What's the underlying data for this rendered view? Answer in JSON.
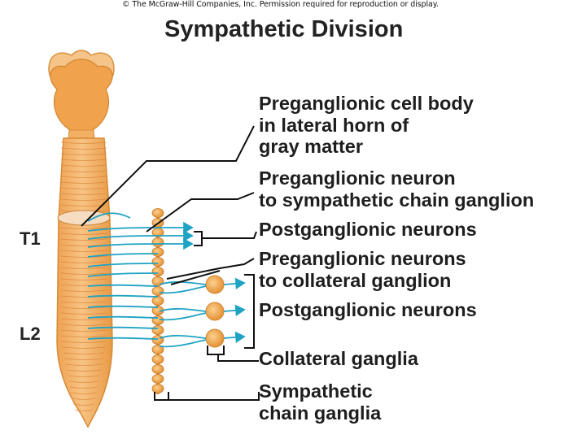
{
  "copyright": "© The McGraw-Hill Companies, Inc. Permission required for reproduction or display.",
  "title": "Sympathetic Division",
  "segments": {
    "upper": "T1",
    "lower": "L2"
  },
  "labels": {
    "cell_body": [
      "Preganglionic cell body",
      "in lateral horn of",
      "gray matter"
    ],
    "pre_chain": [
      "Preganglionic neuron",
      "to sympathetic chain ganglion"
    ],
    "post_1": [
      "Postganglionic neurons"
    ],
    "pre_collateral": [
      "Preganglionic neurons",
      "to collateral ganglion"
    ],
    "post_2": [
      "Postganglionic neurons"
    ],
    "collateral": [
      "Collateral ganglia"
    ],
    "chain": [
      "Sympathetic",
      "chain ganglia"
    ]
  },
  "colors": {
    "cord": "#f2b36a",
    "cord_dark": "#e08e35",
    "nerve": "#1fa3c4",
    "leader": "#111111"
  }
}
